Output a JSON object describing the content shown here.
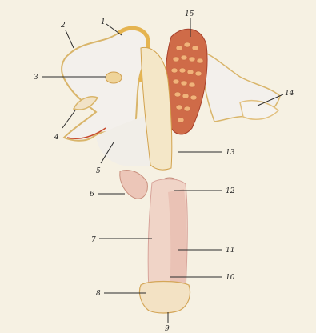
{
  "illustration": {
    "description_labels": [],
    "numbers": {
      "n1": "1",
      "n2": "2",
      "n3": "3",
      "n4": "4",
      "n5": "5",
      "n6": "6",
      "n7": "7",
      "n8": "8",
      "n9": "9",
      "n10": "10",
      "n11": "11",
      "n12": "12",
      "n13": "13",
      "n14": "14",
      "n15": "15"
    }
  },
  "colors": {
    "background": "#f6f1e3",
    "petal": "#f3f0ec",
    "petal_edge": "#d9b56a",
    "column": "#f0d4c7",
    "column_shadow": "#d7a39a",
    "anther_body": "#cf6b48",
    "anther_dots": "#f1b37a",
    "pink_edge": "#c74a2e"
  }
}
